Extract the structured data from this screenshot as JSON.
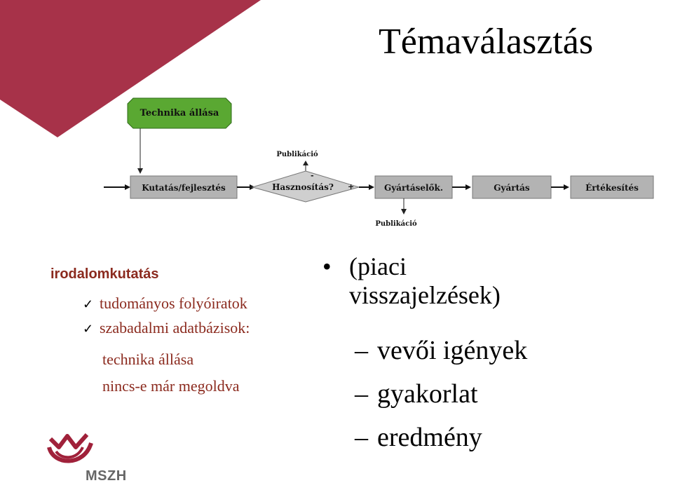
{
  "slide": {
    "title": "Témaválasztás"
  },
  "diagram": {
    "top_box": "Technika állása",
    "publication_top": "Publikáció",
    "research": "Kutatás/fejlesztés",
    "decision_minus": "-",
    "decision": "Hasznosítás?",
    "decision_plus": "+",
    "prototype": "Gyártáselők.",
    "production": "Gyártás",
    "sales": "Értékesítés",
    "publication_bottom": "Publikáció"
  },
  "literature": {
    "heading": "irodalomkutatás",
    "items": [
      "tudományos folyóiratok",
      "szabadalmi adatbázisok:"
    ],
    "sub_lines": [
      "technika állása",
      "nincs-e már megoldva"
    ]
  },
  "feedback": {
    "bullet": "•",
    "heading_line1": "(piaci",
    "heading_line2": "visszajelzések)",
    "dash": "–",
    "items": [
      "vevői igények",
      "gyakorlat",
      "eredmény"
    ]
  },
  "logo": {
    "text": "MSZH"
  },
  "colors": {
    "decoration": "#a0213a",
    "literature_text": "#8b2a1e",
    "top_box_fill": "#5aa832",
    "box_fill": "#b3b3b3",
    "diamond_fill": "#cfcfcf"
  }
}
